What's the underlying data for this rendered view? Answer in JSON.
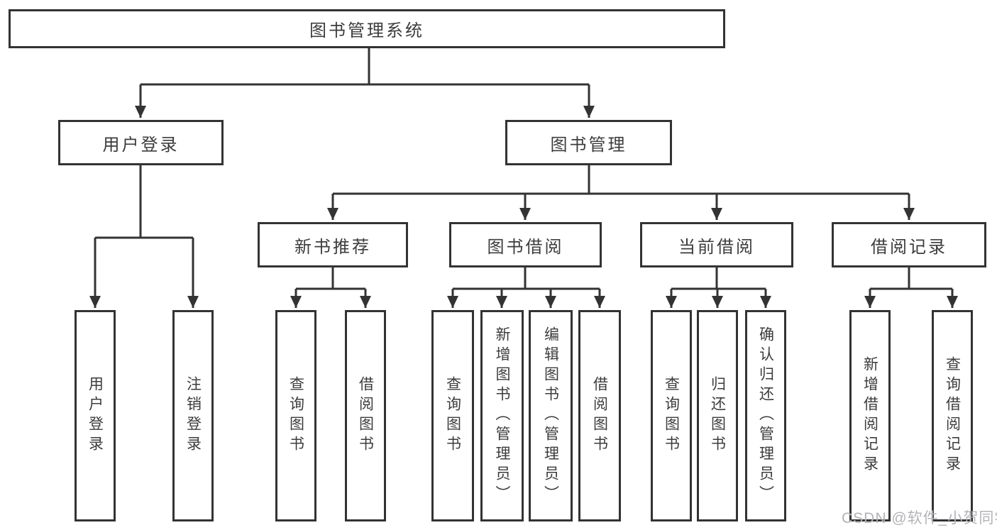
{
  "tree": {
    "label": "图书管理系统",
    "children": [
      {
        "label": "用户登录",
        "children": [
          {
            "label": "用户登录"
          },
          {
            "label": "注销登录"
          }
        ]
      },
      {
        "label": "图书管理",
        "children": [
          {
            "label": "新书推荐",
            "children": [
              {
                "label": "查询图书"
              },
              {
                "label": "借阅图书"
              }
            ]
          },
          {
            "label": "图书借阅",
            "children": [
              {
                "label": "查询图书"
              },
              {
                "label": "新增图书（管理员）"
              },
              {
                "label": "编辑图书（管理员）"
              },
              {
                "label": "借阅图书"
              }
            ]
          },
          {
            "label": "当前借阅",
            "children": [
              {
                "label": "查询图书"
              },
              {
                "label": "归还图书"
              },
              {
                "label": "确认归还（管理员）"
              }
            ]
          },
          {
            "label": "借阅记录",
            "children": [
              {
                "label": "新增借阅记录"
              },
              {
                "label": "查询借阅记录"
              }
            ]
          }
        ]
      }
    ]
  },
  "watermark": "CSDN @软件_小贺同学",
  "colors": {
    "line": "#333333",
    "text": "#3c3c3c",
    "box_background": "#ffffff",
    "page_background": "#ffffff",
    "watermark": "#b3b3b8"
  }
}
